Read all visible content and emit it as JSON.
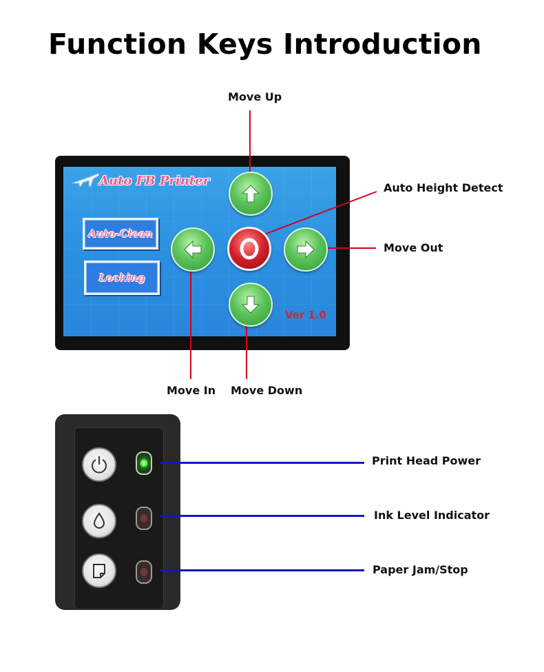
{
  "title": "Function Keys Introduction",
  "touch_screen": {
    "app_title": "Auto FB Printer",
    "buttons": {
      "auto_clean": "Auto-Clean",
      "locking": "Locking"
    },
    "version": "Ver 1.0"
  },
  "callouts": {
    "move_up": "Move Up",
    "auto_height_detect": "Auto Height Detect",
    "move_out": "Move Out",
    "move_in": "Move In",
    "move_down": "Move Down",
    "print_head_power": "Print Head Power",
    "ink_level_indicator": "Ink Level Indicator",
    "paper_jam_stop": "Paper Jam/Stop"
  },
  "colors": {
    "callout_line_screen": "#d0021b",
    "callout_line_panel": "#1515c8",
    "led_on": "#4cff3a",
    "led_off": "#6a3a3a"
  },
  "icons": {
    "arrow_buttons": [
      "arrow-up-icon",
      "arrow-left-icon",
      "arrow-right-icon",
      "arrow-down-icon"
    ],
    "center_button": "height-detect-o-icon",
    "panel_buttons": [
      "power-icon",
      "ink-drop-icon",
      "paper-icon"
    ]
  },
  "led_states": {
    "print_head_power": "on",
    "ink_level_indicator": "off",
    "paper_jam_stop": "off"
  }
}
